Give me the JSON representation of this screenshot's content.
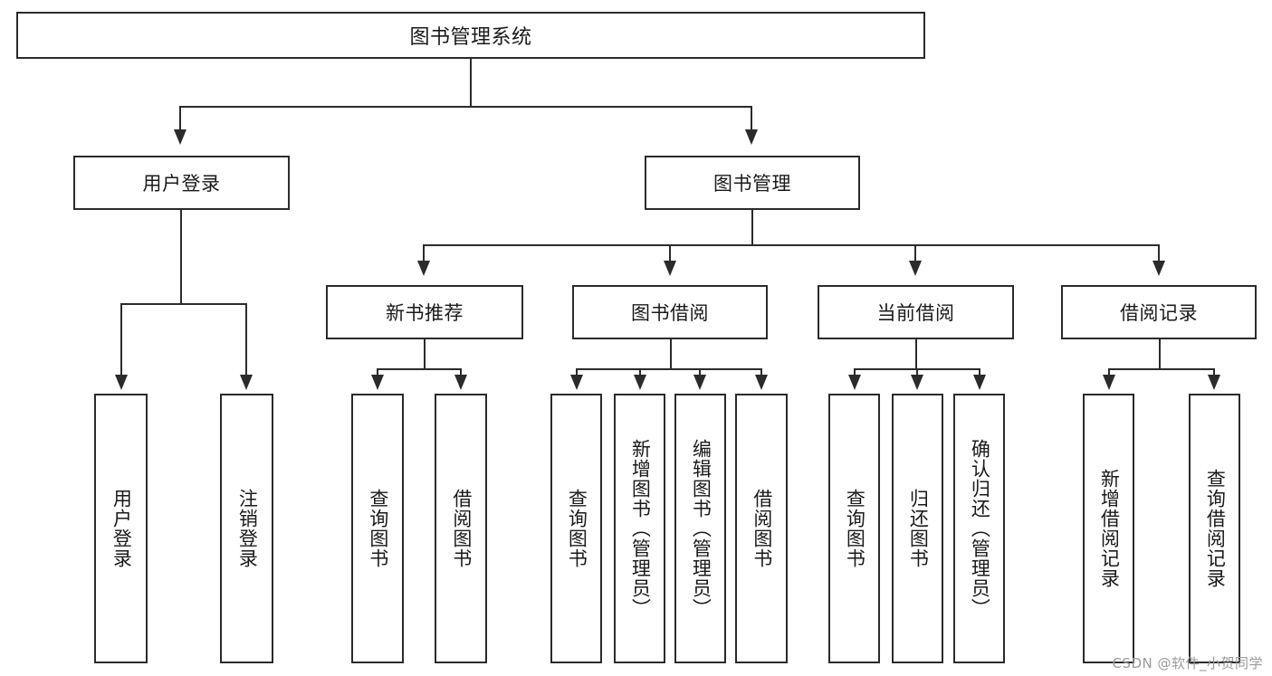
{
  "diagram": {
    "title": "图书管理系统",
    "type": "hierarchy-tree",
    "root": {
      "label": "图书管理系统",
      "id": "root"
    },
    "level1": [
      {
        "id": "user-login",
        "label": "用户登录"
      },
      {
        "id": "book-manage",
        "label": "图书管理"
      }
    ],
    "level2": [
      {
        "id": "new-book-recommend",
        "label": "新书推荐"
      },
      {
        "id": "book-borrow",
        "label": "图书借阅"
      },
      {
        "id": "current-borrow",
        "label": "当前借阅"
      },
      {
        "id": "borrow-record",
        "label": "借阅记录"
      }
    ],
    "leaves": {
      "user_login": [
        {
          "id": "leaf-user-login",
          "label": "用户登录"
        },
        {
          "id": "leaf-logout-login",
          "label": "注销登录"
        }
      ],
      "new_book_recommend": [
        {
          "id": "leaf-query-book-1",
          "label": "查询图书"
        },
        {
          "id": "leaf-borrow-book-1",
          "label": "借阅图书"
        }
      ],
      "book_borrow": [
        {
          "id": "leaf-query-book-2",
          "label": "查询图书"
        },
        {
          "id": "leaf-add-book",
          "label": "新增图书（管理员）"
        },
        {
          "id": "leaf-edit-book",
          "label": "编辑图书（管理员）"
        },
        {
          "id": "leaf-borrow-book-2",
          "label": "借阅图书"
        }
      ],
      "current_borrow": [
        {
          "id": "leaf-query-book-3",
          "label": "查询图书"
        },
        {
          "id": "leaf-return-book",
          "label": "归还图书"
        },
        {
          "id": "leaf-confirm-return",
          "label": "确认归还（管理员）"
        }
      ],
      "borrow_record": [
        {
          "id": "leaf-add-record",
          "label": "新增借阅记录"
        },
        {
          "id": "leaf-query-record",
          "label": "查询借阅记录"
        }
      ]
    }
  },
  "watermark": {
    "text": "CSDN @软件_小贺同学"
  },
  "colors": {
    "stroke": "#2b2b2b",
    "fill": "#ffffff",
    "text": "#1a1a1a",
    "watermark": "#9a9a9a"
  }
}
